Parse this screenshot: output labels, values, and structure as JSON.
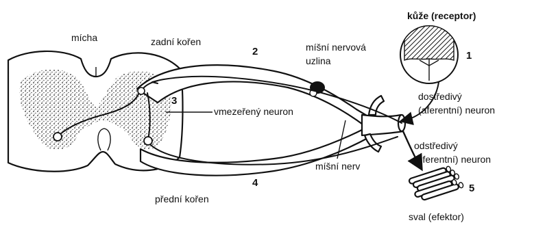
{
  "labels": {
    "micha": "mícha",
    "zadni_koren": "zadní kořen",
    "misni_nervova_uzlina_line1": "míšní nervová",
    "misni_nervova_uzlina_line2": "uzlina",
    "kuze": "kůže (receptor)",
    "dostredivy_line1": "dostředivý",
    "dostredivy_line2": "(aferentní) neuron",
    "vmezereny": "vmezeřený neuron",
    "misni_nerv": "míšní nerv",
    "odstredivy_line1": "odstředivý",
    "odstredivy_line2": "(eferentní) neuron",
    "predni_koren": "přední kořen",
    "sval": "sval (efektor)"
  },
  "numbers": {
    "n1": "1",
    "n2": "2",
    "n3": "3",
    "n4": "4",
    "n5": "5"
  }
}
